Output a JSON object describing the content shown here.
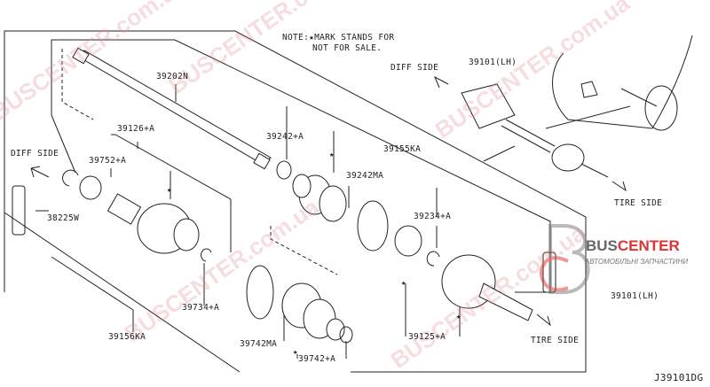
{
  "diagram": {
    "note_line1": "NOTE:★MARK STANDS FOR",
    "note_line2": "NOT FOR SALE.",
    "diagram_code": "J39101DG",
    "directions": {
      "diff_side_left": "DIFF SIDE",
      "diff_side_top": "DIFF SIDE",
      "tire_side_top": "TIRE SIDE",
      "tire_side_bottom": "TIRE SIDE"
    },
    "parts": {
      "p39202N": "39202N",
      "p39242A": "39242+A",
      "p39155KA": "39155KA",
      "p39126A": "39126+A",
      "p39752A": "39752+A",
      "p39242MA": "39242MA",
      "p38225W": "38225W",
      "p39234A": "39234+A",
      "p39734A": "39734+A",
      "p39156KA": "39156KA",
      "p39742MA": "39742MA",
      "p39742A": "39742+A",
      "p39125A": "39125+A",
      "p39101LH_top": "39101(LH)",
      "p39101LH_bottom": "39101(LH)"
    },
    "star": "★"
  },
  "watermark": {
    "brand_a": "BUS",
    "brand_b": "CENTER",
    "subtitle": "АВТОМОБІЛЬНІ ЗАПЧАСТИНИ",
    "site": "BUSCENTER.com.ua",
    "accent": "#d33333"
  }
}
